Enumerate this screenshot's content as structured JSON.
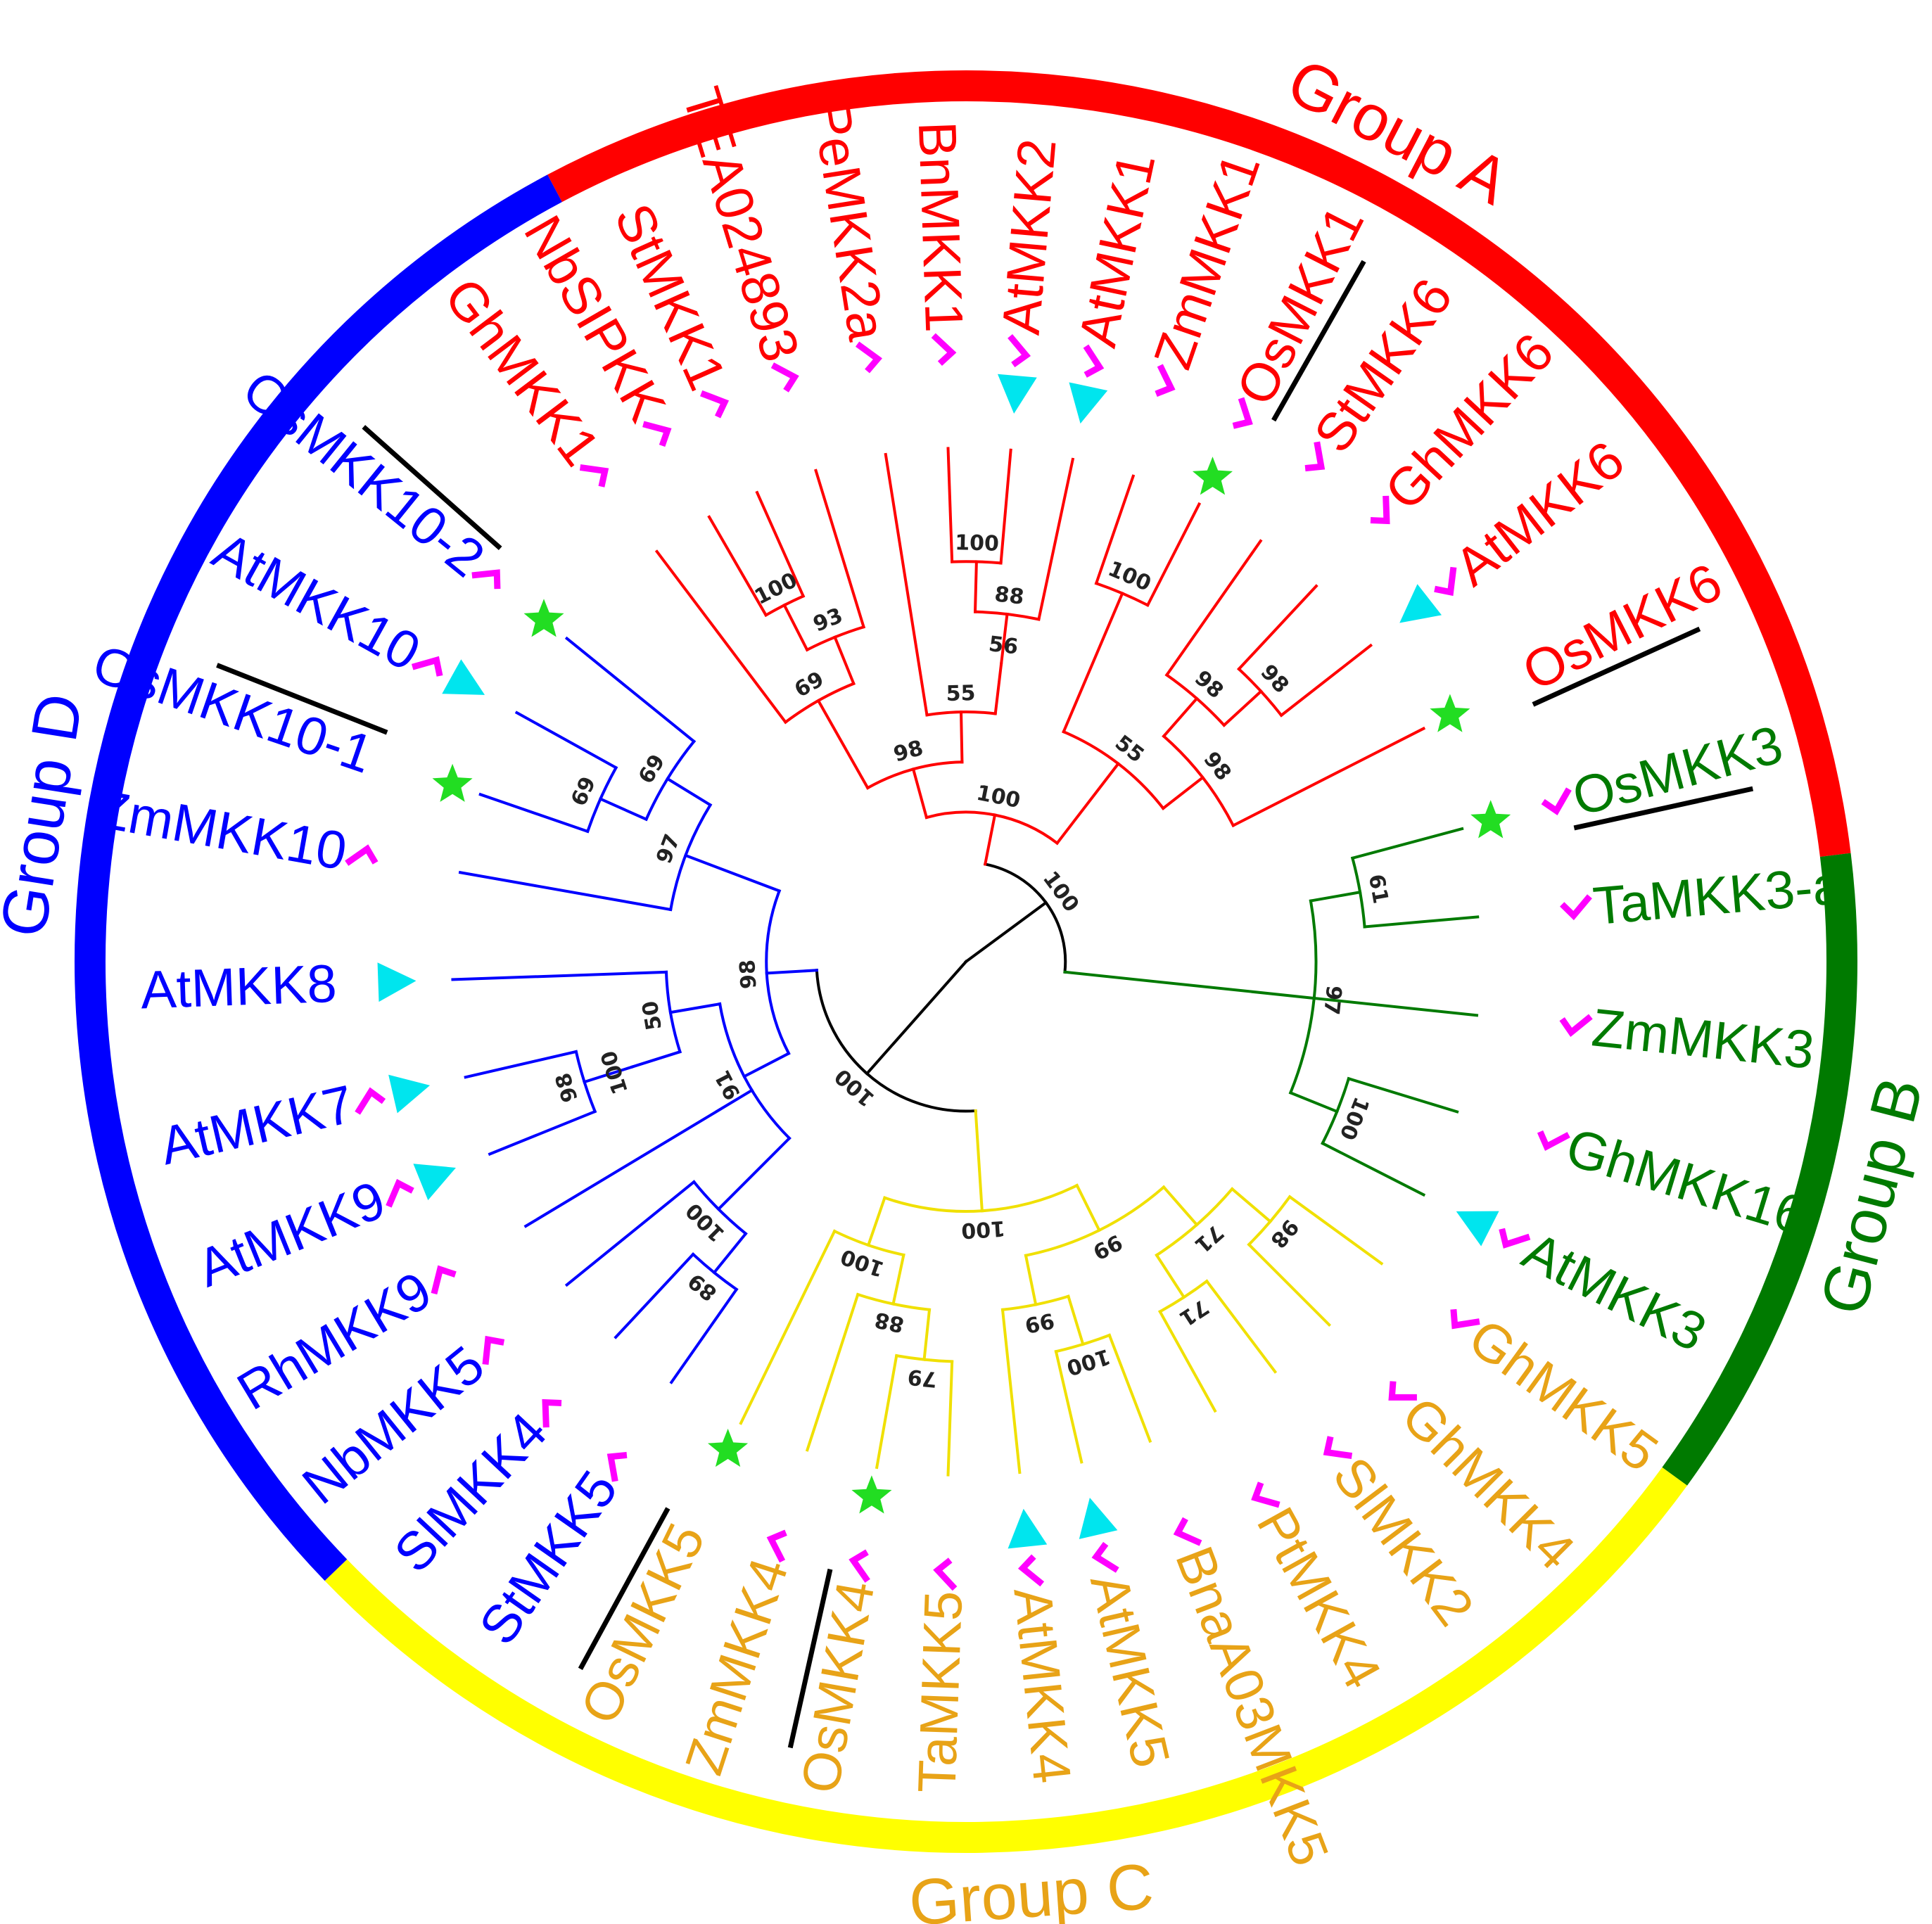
{
  "groups": [
    {
      "id": "A",
      "label": "Group A",
      "color": "#ff0000",
      "label_color": "#ff0000",
      "start": -118,
      "end": -7
    },
    {
      "id": "B",
      "label": "Group B",
      "color": "#007a00",
      "label_color": "#007a00",
      "start": -7,
      "end": 36
    },
    {
      "id": "C",
      "label": "Group C",
      "color": "#ffff00",
      "label_color": "#e8a317",
      "start": 36,
      "end": 136
    },
    {
      "id": "D",
      "label": "Group D",
      "color": "#0000ff",
      "label_color": "#0000ff",
      "start": 136,
      "end": 242
    }
  ],
  "leaves": [
    {
      "name": "GhMKK1",
      "group": "A",
      "angle": -127,
      "check": true
    },
    {
      "name": "NbSIPKK",
      "group": "A",
      "angle": -120,
      "check": true
    },
    {
      "name": "StMKK1",
      "group": "A",
      "angle": -114,
      "check": true
    },
    {
      "name": "TEA024893",
      "group": "A",
      "angle": -107,
      "check": true
    },
    {
      "name": "PeMKK2a",
      "group": "A",
      "angle": -99,
      "check": true
    },
    {
      "name": "BnMKK1",
      "group": "A",
      "angle": -92,
      "check": true
    },
    {
      "name": "AtMKK2",
      "group": "A",
      "angle": -85,
      "check": true,
      "triangle": true
    },
    {
      "name": "AtMKK1",
      "group": "A",
      "angle": -78,
      "check": true,
      "triangle": true
    },
    {
      "name": "ZmMKK1",
      "group": "A",
      "angle": -71,
      "check": true
    },
    {
      "name": "OsMKK1",
      "group": "A",
      "angle": -63,
      "check": true,
      "star": true,
      "underline": true
    },
    {
      "name": "StMKK6",
      "group": "A",
      "angle": -55,
      "check": true
    },
    {
      "name": "GhMKK6",
      "group": "A",
      "angle": -47,
      "check": true
    },
    {
      "name": "AtMKK6",
      "group": "A",
      "angle": -38,
      "check": true,
      "triangle": true
    },
    {
      "name": "OsMKK6",
      "group": "A",
      "angle": -27,
      "star": true,
      "underline": true
    },
    {
      "name": "OsMKK3",
      "group": "B",
      "angle": -15,
      "check": true,
      "star": true,
      "underline": true
    },
    {
      "name": "TaMKK3-a",
      "group": "B",
      "angle": -5,
      "check": true
    },
    {
      "name": "ZmMKK3",
      "group": "B",
      "angle": 6,
      "check": true
    },
    {
      "name": "GhMKK16",
      "group": "B",
      "angle": 17,
      "check": true
    },
    {
      "name": "AtMKK3",
      "group": "B",
      "angle": 27,
      "check": true,
      "triangle": true
    },
    {
      "name": "GhMKK5",
      "group": "C",
      "angle": 36,
      "check": true
    },
    {
      "name": "GhMKK4",
      "group": "C",
      "angle": 45,
      "check": true
    },
    {
      "name": "SlMKK2",
      "group": "C",
      "angle": 53,
      "check": true
    },
    {
      "name": "PtMKK4",
      "group": "C",
      "angle": 61,
      "check": true
    },
    {
      "name": "BnaA03MKK5",
      "group": "C",
      "angle": 69,
      "check": true
    },
    {
      "name": "AtMKK5",
      "group": "C",
      "angle": 77,
      "check": true,
      "triangle": true
    },
    {
      "name": "AtMKK4",
      "group": "C",
      "angle": 84,
      "check": true,
      "triangle": true
    },
    {
      "name": "TaMKK5",
      "group": "C",
      "angle": 92,
      "check": true
    },
    {
      "name": "OsMKK4",
      "group": "C",
      "angle": 100,
      "check": true,
      "star": true,
      "underline": true
    },
    {
      "name": "ZmMKK4",
      "group": "C",
      "angle": 108,
      "check": true
    },
    {
      "name": "OsMKK5",
      "group": "C",
      "angle": 116,
      "star": true,
      "underline": true
    },
    {
      "name": "StMKK5",
      "group": "D",
      "angle": 125,
      "check": true
    },
    {
      "name": "SlMKK4",
      "group": "D",
      "angle": 133,
      "check": true
    },
    {
      "name": "NbMKK5",
      "group": "D",
      "angle": 141,
      "check": true
    },
    {
      "name": "RhMKK9",
      "group": "D",
      "angle": 149,
      "check": true
    },
    {
      "name": "AtMKK9",
      "group": "D",
      "angle": 158,
      "check": true,
      "triangle": true
    },
    {
      "name": "AtMKK7",
      "group": "D",
      "angle": 167,
      "check": true,
      "triangle": true
    },
    {
      "name": "AtMKK8",
      "group": "D",
      "angle": 178,
      "triangle": true
    },
    {
      "name": "ZmMKK10",
      "group": "D",
      "angle": 190,
      "check": true
    },
    {
      "name": "OsMKK10-1",
      "group": "D",
      "angle": 199,
      "star": true,
      "underline": true
    },
    {
      "name": "AtMKK10",
      "group": "D",
      "angle": 209,
      "check": true,
      "triangle": true
    },
    {
      "name": "OsMKK10-2",
      "group": "D",
      "angle": 219,
      "check": true,
      "star": true,
      "underline": true
    }
  ],
  "tree": {
    "name": "root",
    "boot": "",
    "children": [
      {
        "name": "ABroot",
        "boot": "100",
        "children": [
          {
            "name": "A",
            "boot": "100",
            "children": [
              {
                "name": "A1",
                "boot": "98",
                "children": [
                  {
                    "name": "A1a",
                    "boot": "69",
                    "children": [
                      {
                        "leaf": "GhMKK1"
                      },
                      {
                        "name": "A1b",
                        "boot": "93",
                        "children": [
                          {
                            "name": "A1c",
                            "boot": "100",
                            "children": [
                              {
                                "leaf": "NbSIPKK"
                              },
                              {
                                "leaf": "StMKK1"
                              }
                            ]
                          },
                          {
                            "leaf": "TEA024893"
                          }
                        ]
                      }
                    ]
                  },
                  {
                    "name": "A1d",
                    "boot": "55",
                    "children": [
                      {
                        "leaf": "PeMKK2a"
                      },
                      {
                        "name": "A1e",
                        "boot": "56",
                        "children": [
                          {
                            "name": "A1f",
                            "boot": "88",
                            "children": [
                              {
                                "name": "A1g",
                                "boot": "100",
                                "children": [
                                  {
                                    "leaf": "BnMKK1"
                                  },
                                  {
                                    "leaf": "AtMKK2"
                                  }
                                ]
                              },
                              {
                                "leaf": "AtMKK1"
                              }
                            ]
                          }
                        ]
                      }
                    ]
                  }
                ]
              },
              {
                "name": "A2",
                "boot": "55",
                "children": [
                  {
                    "name": "A2a",
                    "boot": "100",
                    "children": [
                      {
                        "leaf": "ZmMKK1"
                      },
                      {
                        "leaf": "OsMKK1"
                      }
                    ]
                  },
                  {
                    "name": "A2b",
                    "boot": "98",
                    "children": [
                      {
                        "name": "A2c",
                        "boot": "98",
                        "children": [
                          {
                            "leaf": "StMKK6"
                          },
                          {
                            "name": "A2d",
                            "boot": "98",
                            "children": [
                              {
                                "leaf": "GhMKK6"
                              },
                              {
                                "leaf": "AtMKK6"
                              }
                            ]
                          }
                        ]
                      },
                      {
                        "leaf": "OsMKK6"
                      }
                    ]
                  }
                ]
              }
            ]
          },
          {
            "name": "B",
            "boot": "97",
            "children": [
              {
                "name": "B1",
                "boot": "61",
                "children": [
                  {
                    "leaf": "OsMKK3"
                  },
                  {
                    "leaf": "TaMKK3-a"
                  }
                ]
              },
              {
                "leaf": "ZmMKK3"
              },
              {
                "name": "B2",
                "boot": "100",
                "children": [
                  {
                    "leaf": "GhMKK16"
                  },
                  {
                    "leaf": "AtMKK3"
                  }
                ]
              }
            ]
          }
        ]
      },
      {
        "name": "CDroot",
        "boot": "100",
        "children": [
          {
            "name": "C",
            "boot": "100",
            "children": [
              {
                "name": "C1",
                "boot": "99",
                "children": [
                  {
                    "name": "C1a",
                    "boot": "71",
                    "children": [
                      {
                        "name": "C1b",
                        "boot": "98",
                        "children": [
                          {
                            "leaf": "GhMKK5"
                          },
                          {
                            "leaf": "GhMKK4"
                          }
                        ]
                      },
                      {
                        "name": "C1c",
                        "boot": "71",
                        "children": [
                          {
                            "leaf": "SlMKK2"
                          },
                          {
                            "leaf": "PtMKK4"
                          }
                        ]
                      }
                    ]
                  },
                  {
                    "name": "C1d",
                    "boot": "99",
                    "children": [
                      {
                        "name": "C1e",
                        "boot": "100",
                        "children": [
                          {
                            "leaf": "BnaA03MKK5"
                          },
                          {
                            "leaf": "AtMKK5"
                          }
                        ]
                      },
                      {
                        "leaf": "AtMKK4"
                      }
                    ]
                  }
                ]
              },
              {
                "name": "C2",
                "boot": "100",
                "children": [
                  {
                    "name": "C2a",
                    "boot": "88",
                    "children": [
                      {
                        "name": "C2b",
                        "boot": "79",
                        "children": [
                          {
                            "leaf": "TaMKK5"
                          },
                          {
                            "leaf": "OsMKK4"
                          }
                        ]
                      },
                      {
                        "leaf": "ZmMKK4"
                      }
                    ]
                  },
                  {
                    "leaf": "OsMKK5"
                  }
                ]
              }
            ]
          },
          {
            "name": "D",
            "boot": "98",
            "children": [
              {
                "name": "D1",
                "boot": "91",
                "children": [
                  {
                    "name": "D1a",
                    "boot": "100",
                    "children": [
                      {
                        "name": "D1b",
                        "boot": "89",
                        "children": [
                          {
                            "leaf": "StMKK5"
                          },
                          {
                            "leaf": "SlMKK4"
                          }
                        ]
                      },
                      {
                        "leaf": "NbMKK5"
                      }
                    ]
                  },
                  {
                    "leaf": "RhMKK9"
                  },
                  {
                    "name": "D1c",
                    "boot": "50",
                    "children": [
                      {
                        "name": "D1d",
                        "boot": "100",
                        "children": [
                          {
                            "name": "D1e",
                            "boot": "98",
                            "children": [
                              {
                                "leaf": "AtMKK9"
                              },
                              {
                                "leaf": "AtMKK7"
                              }
                            ]
                          }
                        ]
                      },
                      {
                        "leaf": "AtMKK8"
                      }
                    ]
                  }
                ]
              },
              {
                "name": "D2",
                "boot": "97",
                "children": [
                  {
                    "leaf": "ZmMKK10"
                  },
                  {
                    "name": "D2a",
                    "boot": "69",
                    "children": [
                      {
                        "name": "D2b",
                        "boot": "69",
                        "children": [
                          {
                            "leaf": "OsMKK10-1"
                          },
                          {
                            "leaf": "AtMKK10"
                          }
                        ]
                      },
                      {
                        "leaf": "OsMKK10-2"
                      }
                    ]
                  }
                ]
              }
            ]
          }
        ]
      }
    ]
  },
  "colors": {
    "root_branch": "#000000",
    "check_mark": "#ff00ff",
    "triangle": "#00e5ee",
    "star": "#22dd22",
    "underline": "#000000",
    "c_branch": "#f0e000"
  }
}
